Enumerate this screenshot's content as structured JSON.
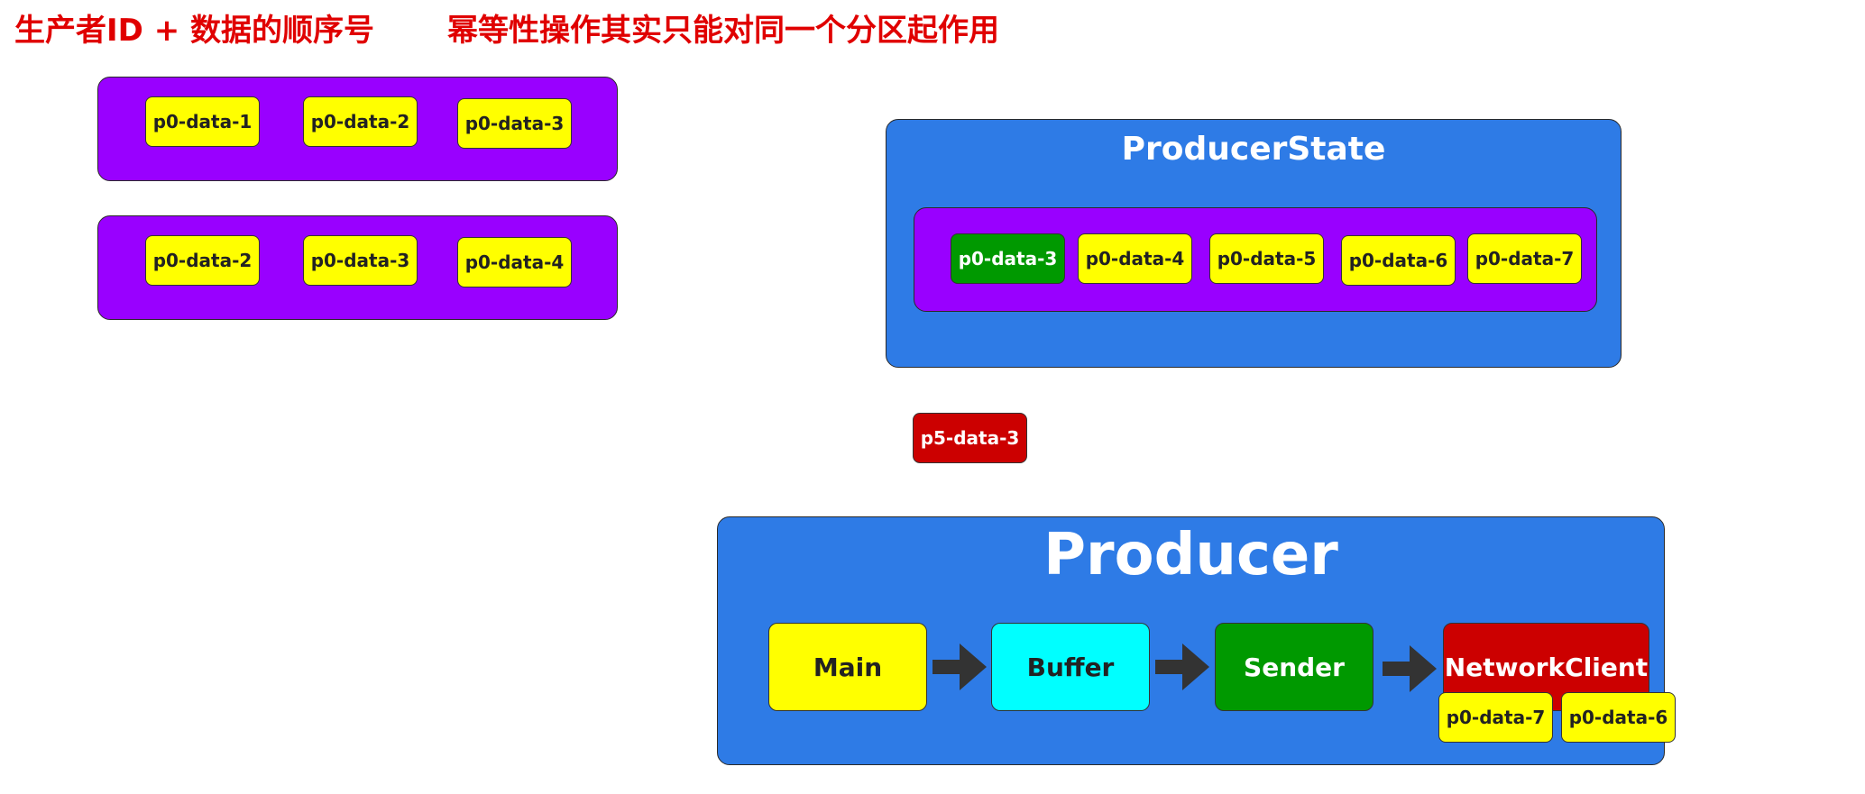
{
  "title": {
    "left": "生产者ID + 数据的顺序号",
    "right": "幂等性操作其实只能对同一个分区起作用"
  },
  "batches": [
    {
      "items": [
        "p0-data-1",
        "p0-data-2",
        "p0-data-3"
      ]
    },
    {
      "items": [
        "p0-data-2",
        "p0-data-3",
        "p0-data-4"
      ]
    }
  ],
  "producer_state": {
    "title": "ProducerState",
    "items": [
      "p0-data-3",
      "p0-data-4",
      "p0-data-5",
      "p0-data-6",
      "p0-data-7"
    ]
  },
  "rejected_chip": "p5-data-3",
  "producer": {
    "title": "Producer",
    "stages": [
      "Main",
      "Buffer",
      "Sender",
      "NetworkClient"
    ],
    "inflight": [
      "p0-data-7",
      "p0-data-6"
    ]
  },
  "colors": {
    "title": "#e00000",
    "batch_panel": "#9900ff",
    "producer_panel": "#2e7be6",
    "chip_default": "#ffff00",
    "chip_accepted": "#009900",
    "chip_rejected": "#cc0000",
    "stage_main": "#ffff00",
    "stage_buffer": "#00ffff",
    "stage_sender": "#009900",
    "stage_network": "#cc0000",
    "arrow": "#333333"
  }
}
